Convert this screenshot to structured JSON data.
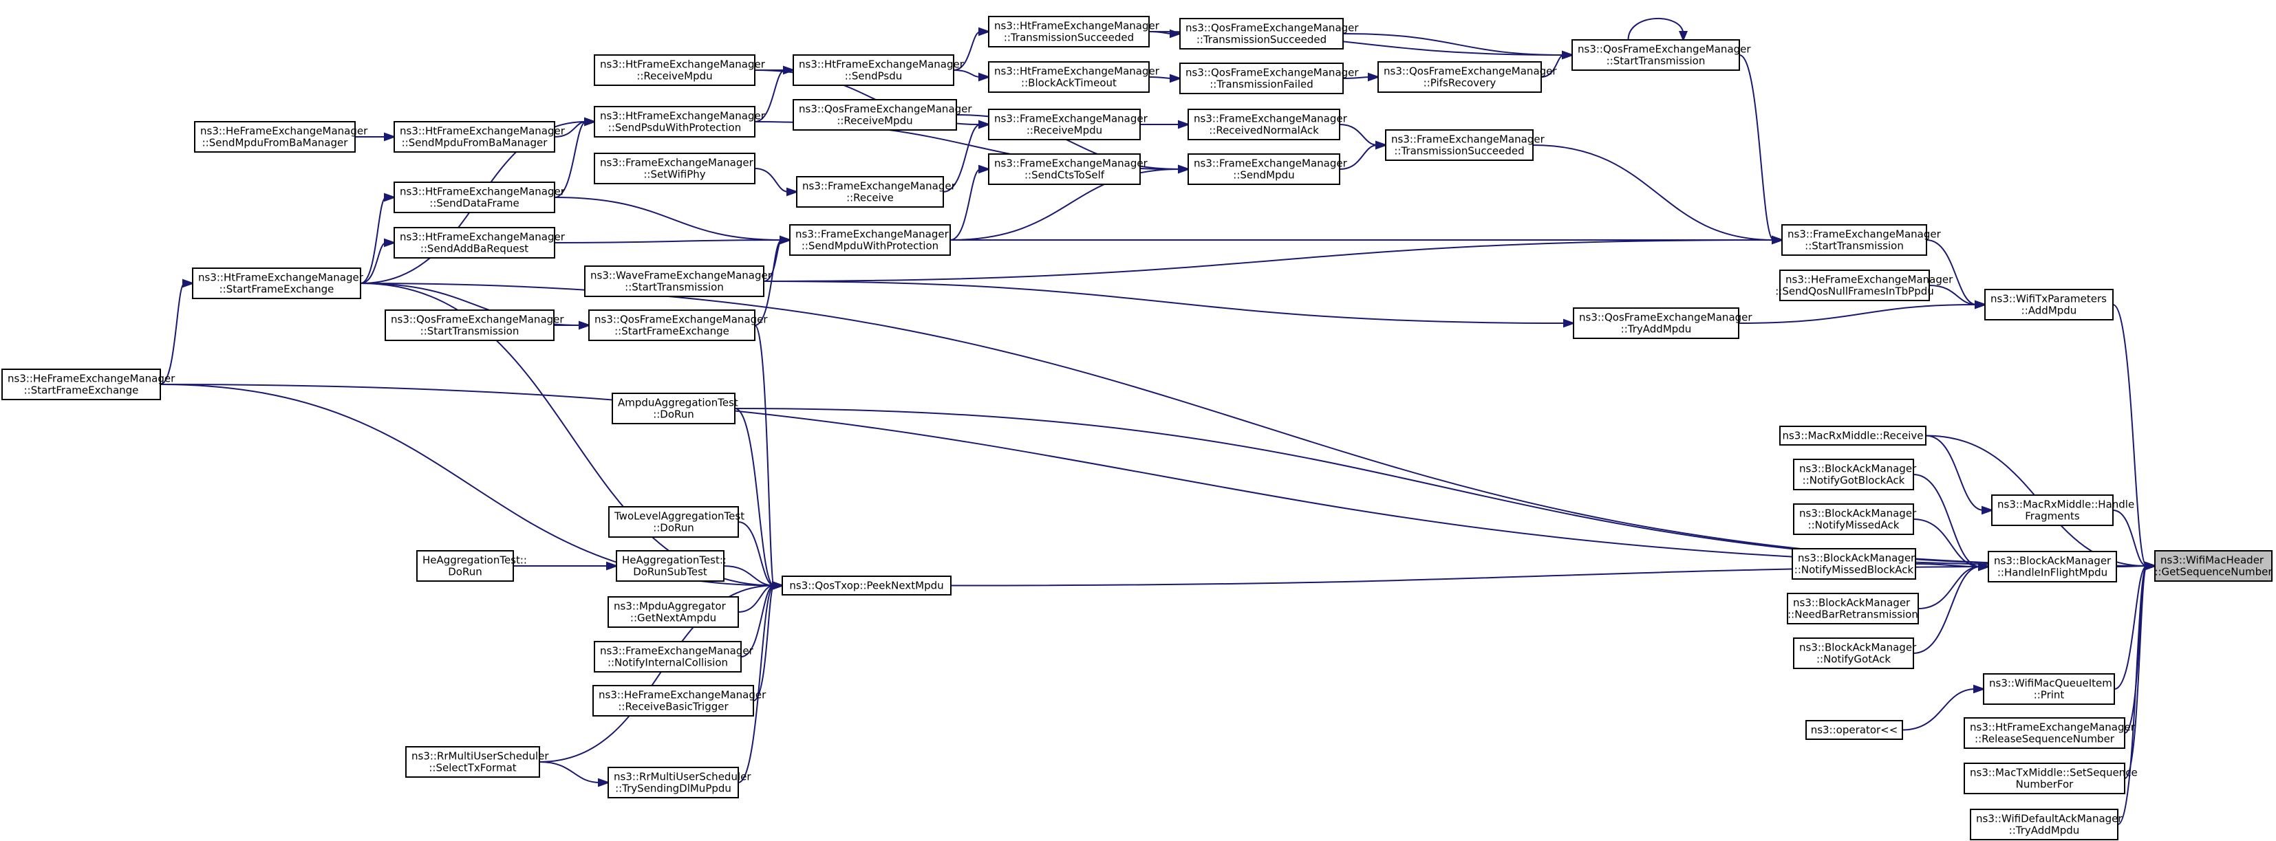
{
  "colors": {
    "edge": "#191970",
    "focus_fill": "#bfbfbf",
    "node_fill": "#ffffff"
  },
  "nodes": {
    "he_fem_sfe": [
      "ns3::HeFrameExchangeManager",
      "::StartFrameExchange"
    ],
    "ht_fem_sfe": [
      "ns3::HtFrameExchangeManager",
      "::StartFrameExchange"
    ],
    "he_fem_smpdu_fba": [
      "ns3::HeFrameExchangeManager",
      "::SendMpduFromBaManager"
    ],
    "ht_fem_smpdu_fba": [
      "ns3::HtFrameExchangeManager",
      "::SendMpduFromBaManager"
    ],
    "ht_fem_sdf": [
      "ns3::HtFrameExchangeManager",
      "::SendDataFrame"
    ],
    "ht_fem_sabr": [
      "ns3::HtFrameExchangeManager",
      "::SendAddBaRequest"
    ],
    "qos_fem_st_left": [
      "ns3::QosFrameExchangeManager",
      "::StartTransmission"
    ],
    "ht_fem_rmpdu": [
      "ns3::HtFrameExchangeManager",
      "::ReceiveMpdu"
    ],
    "ht_fem_spwp": [
      "ns3::HtFrameExchangeManager",
      "::SendPsduWithProtection"
    ],
    "fem_swp": [
      "ns3::FrameExchangeManager",
      "::SetWifiPhy"
    ],
    "wave_fem_st": [
      "ns3::WaveFrameExchangeManager",
      "::StartTransmission"
    ],
    "qos_fem_sfe": [
      "ns3::QosFrameExchangeManager",
      "::StartFrameExchange"
    ],
    "ampdu_test": [
      "AmpduAggregationTest",
      "::DoRun"
    ],
    "twolevel_test": [
      "TwoLevelAggregationTest",
      "::DoRun"
    ],
    "he_agg_dorun": [
      "HeAggregationTest::",
      "DoRun"
    ],
    "he_agg_sub": [
      "HeAggregationTest::",
      "DoRunSubTest"
    ],
    "mpdu_agg": [
      "ns3::MpduAggregator",
      "::GetNextAmpdu"
    ],
    "fem_nic": [
      "ns3::FrameExchangeManager",
      "::NotifyInternalCollision"
    ],
    "he_fem_rbt": [
      "ns3::HeFrameExchangeManager",
      "::ReceiveBasicTrigger"
    ],
    "rr_stf": [
      "ns3::RrMultiUserScheduler",
      "::SelectTxFormat"
    ],
    "rr_tsdmp": [
      "ns3::RrMultiUserScheduler",
      "::TrySendingDlMuPpdu"
    ],
    "ht_fem_spsdu": [
      "ns3::HtFrameExchangeManager",
      "::SendPsdu"
    ],
    "qos_fem_rmpdu": [
      "ns3::QosFrameExchangeManager",
      "::ReceiveMpdu"
    ],
    "fem_receive": [
      "ns3::FrameExchangeManager",
      "::Receive"
    ],
    "fem_smwp": [
      "ns3::FrameExchangeManager",
      "::SendMpduWithProtection"
    ],
    "qostxop_pnm": [
      "ns3::QosTxop::PeekNextMpdu"
    ],
    "ht_fem_ts": [
      "ns3::HtFrameExchangeManager",
      "::TransmissionSucceeded"
    ],
    "ht_fem_bat": [
      "ns3::HtFrameExchangeManager",
      "::BlockAckTimeout"
    ],
    "fem_rmpdu": [
      "ns3::FrameExchangeManager",
      "::ReceiveMpdu"
    ],
    "fem_scts": [
      "ns3::FrameExchangeManager",
      "::SendCtsToSelf"
    ],
    "qos_fem_ts": [
      "ns3::QosFrameExchangeManager",
      "::TransmissionSucceeded"
    ],
    "qos_fem_tf": [
      "ns3::QosFrameExchangeManager",
      "::TransmissionFailed"
    ],
    "fem_rna": [
      "ns3::FrameExchangeManager",
      "::ReceivedNormalAck"
    ],
    "fem_smpdu": [
      "ns3::FrameExchangeManager",
      "::SendMpdu"
    ],
    "qos_fem_pifs": [
      "ns3::QosFrameExchangeManager",
      "::PifsRecovery"
    ],
    "fem_ts": [
      "ns3::FrameExchangeManager",
      "::TransmissionSucceeded"
    ],
    "qos_fem_st": [
      "ns3::QosFrameExchangeManager",
      "::StartTransmission"
    ],
    "fem_st": [
      "ns3::FrameExchangeManager",
      "::StartTransmission"
    ],
    "he_fem_sqnf": [
      "ns3::HeFrameExchangeManager",
      "::SendQosNullFramesInTbPpdu"
    ],
    "qos_fem_tam": [
      "ns3::QosFrameExchangeManager",
      "::TryAddMpdu"
    ],
    "wtp_am": [
      "ns3::WifiTxParameters",
      "::AddMpdu"
    ],
    "mrm_receive": [
      "ns3::MacRxMiddle::Receive"
    ],
    "bam_ngba": [
      "ns3::BlockAckManager",
      "::NotifyGotBlockAck"
    ],
    "mrm_hf": [
      "ns3::MacRxMiddle::Handle",
      "Fragments"
    ],
    "bam_nma": [
      "ns3::BlockAckManager",
      "::NotifyMissedAck"
    ],
    "bam_nmba": [
      "ns3::BlockAckManager",
      "::NotifyMissedBlockAck"
    ],
    "bam_hifm": [
      "ns3::BlockAckManager",
      "::HandleInFlightMpdu"
    ],
    "bam_nbr": [
      "ns3::BlockAckManager",
      "::NeedBarRetransmission"
    ],
    "bam_nga": [
      "ns3::BlockAckManager",
      "::NotifyGotAck"
    ],
    "wmh_gsn": [
      "ns3::WifiMacHeader",
      "::GetSequenceNumber"
    ],
    "wmqi_print": [
      "ns3::WifiMacQueueItem",
      "::Print"
    ],
    "op_ll": [
      "ns3::operator<<"
    ],
    "ht_fem_rsn": [
      "ns3::HtFrameExchangeManager",
      "::ReleaseSequenceNumber"
    ],
    "mtm_ssnf": [
      "ns3::MacTxMiddle::SetSequence",
      "NumberFor"
    ],
    "wdam_tam": [
      "ns3::WifiDefaultAckManager",
      "::TryAddMpdu"
    ]
  }
}
